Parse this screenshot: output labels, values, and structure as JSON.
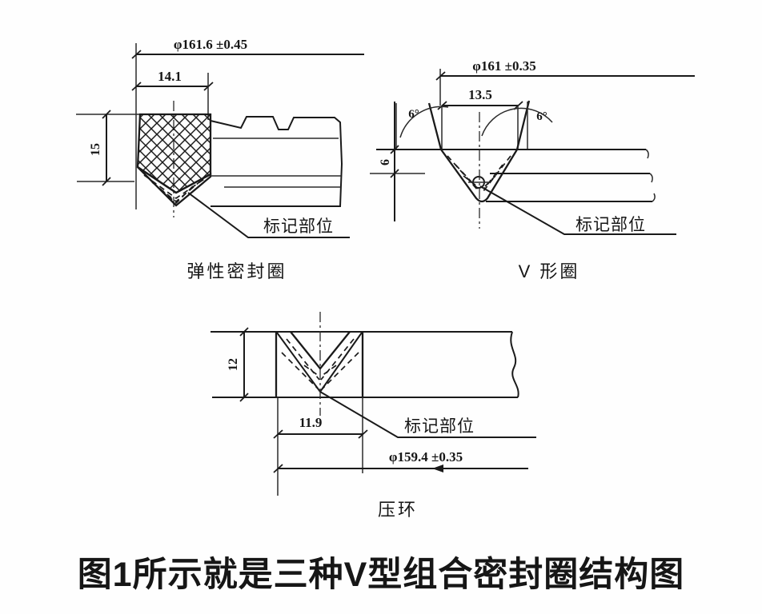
{
  "figure": {
    "caption": "图1所示就是三种V型组合密封圈结构图",
    "drawings": {
      "elastic": {
        "caption": "弹性密封圈",
        "dim_diameter": "φ161.6 ±0.45",
        "dim_width": "14.1",
        "dim_height": "15",
        "marking_label": "标记部位"
      },
      "v_ring": {
        "caption": "V 形圈",
        "dim_diameter": "φ161 ±0.35",
        "dim_width": "13.5",
        "dim_height": "6",
        "angle_left": "6°",
        "angle_right": "6°",
        "marking_label": "标记部位"
      },
      "press_ring": {
        "caption": "压环",
        "dim_diameter": "φ159.4 ±0.35",
        "dim_width": "11.9",
        "dim_height": "12",
        "marking_label": "标记部位"
      }
    },
    "colors": {
      "ink": "#1a1a1a",
      "paper": "#fefefe"
    }
  }
}
